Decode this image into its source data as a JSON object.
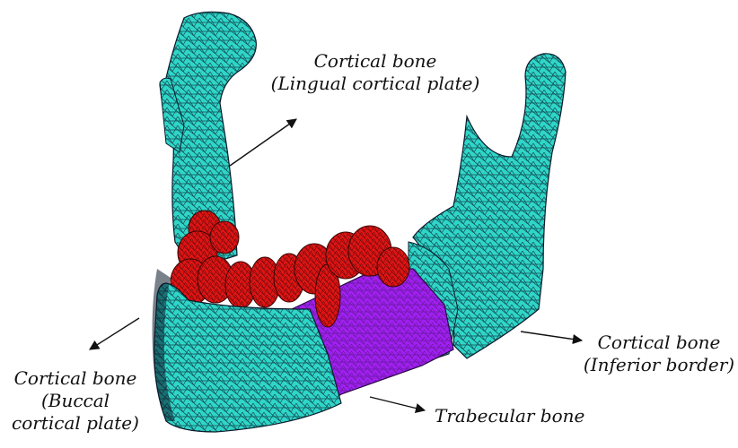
{
  "labels": {
    "lingual": {
      "title": "Cortical bone",
      "subtitle": "(Lingual cortical plate)"
    },
    "inferior": {
      "title": "Cortical bone",
      "subtitle": "(Inferior border)"
    },
    "buccal": {
      "title": "Cortical bone",
      "subtitle_1": "(Buccal",
      "subtitle_2": "cortical plate)"
    },
    "trabecular": {
      "title": "Trabecular bone"
    }
  },
  "colors": {
    "cortical_bone": "#2fd6c8",
    "trabecular_bone": "#a020f0",
    "teeth": "#e01414",
    "mesh_lines": "#0b1a2a",
    "arrows": "#111111"
  }
}
